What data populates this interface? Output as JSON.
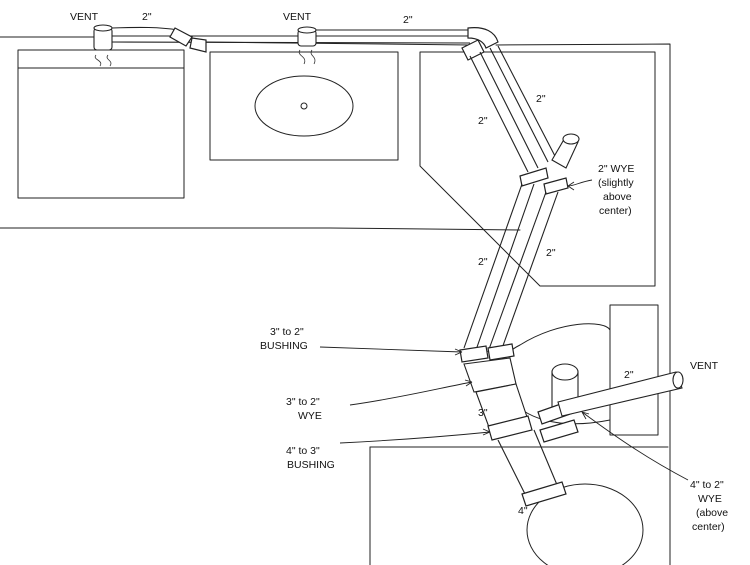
{
  "labels": {
    "vent_left": "VENT",
    "vent_mid": "VENT",
    "vent_right": "VENT",
    "size_top_left": "2\"",
    "size_top_right": "2\"",
    "size_diag_upper_left": "2\"",
    "size_diag_upper_right": "2\"",
    "size_diag_lower_left": "2\"",
    "size_diag_lower_right": "2\"",
    "size_vent_branch": "2\"",
    "size_3in": "3\"",
    "size_4in": "4\"",
    "wye_2in": [
      "2\" WYE",
      "(slightly",
      "above",
      "center)"
    ],
    "bushing_3to2": [
      "3\" to 2\"",
      "BUSHING"
    ],
    "wye_3to2": [
      "3\" to 2\"",
      "WYE"
    ],
    "bushing_4to3": [
      "4\" to 3\"",
      "BUSHING"
    ],
    "wye_4to2": [
      "4\" to 2\"",
      "WYE",
      "(above",
      "center)"
    ]
  }
}
